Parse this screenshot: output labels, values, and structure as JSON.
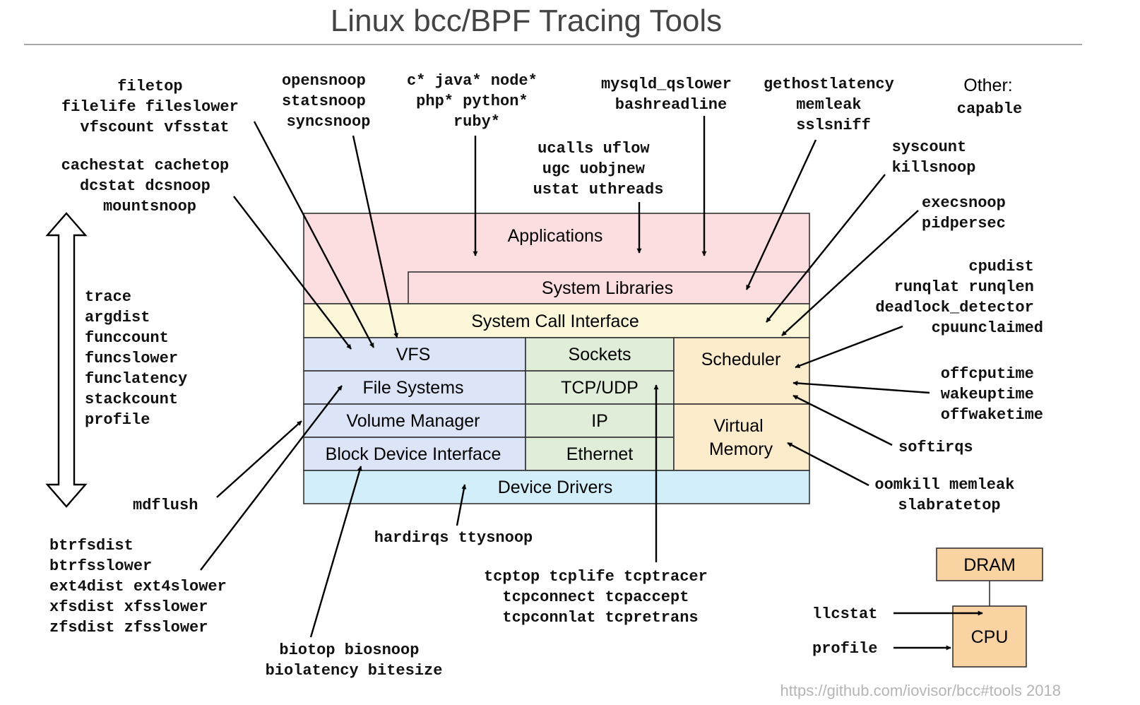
{
  "title": "Linux bcc/BPF Tracing Tools",
  "layers": {
    "applications": "Applications",
    "system_libraries": "System Libraries",
    "system_call_interface": "System Call Interface",
    "vfs": "VFS",
    "file_systems": "File Systems",
    "volume_manager": "Volume Manager",
    "block_device_interface": "Block Device Interface",
    "sockets": "Sockets",
    "tcp_udp": "TCP/UDP",
    "ip": "IP",
    "ethernet": "Ethernet",
    "scheduler": "Scheduler",
    "virtual_memory": [
      "Virtual",
      "Memory"
    ],
    "device_drivers": "Device Drivers",
    "dram": "DRAM",
    "cpu": "CPU"
  },
  "colors": {
    "applications": "#fcdde0",
    "system_call_interface": "#fbf7d8",
    "storage": "#dbe5f7",
    "network": "#e0edd8",
    "scheduler_vm": "#fdeccc",
    "device_drivers": "#d2eefa",
    "hardware": "#f9d3a2"
  },
  "tools": {
    "filetop": [
      "filetop",
      "filelife fileslower",
      "vfscount vfsstat"
    ],
    "cachestat": [
      "cachestat cachetop",
      "dcstat dcsnoop",
      "mountsnoop"
    ],
    "multi": [
      "trace",
      "argdist",
      "funccount",
      "funcslower",
      "funclatency",
      "stackcount",
      "profile"
    ],
    "mdflush": [
      "mdflush"
    ],
    "fsdist": [
      "btrfsdist",
      "btrfsslower",
      "ext4dist ext4slower",
      "xfsdist xfsslower",
      "zfsdist zfsslower"
    ],
    "opensnoop": [
      "opensnoop",
      "statsnoop",
      "syncsnoop"
    ],
    "languages": [
      "c* java* node*",
      "php* python*",
      "ruby*"
    ],
    "ucalls": [
      "ucalls uflow",
      "ugc uobjnew",
      "ustat uthreads"
    ],
    "mysqld": [
      "mysqld_qslower",
      "bashreadline"
    ],
    "gethostlatency": [
      "gethostlatency",
      "memleak",
      "sslsniff"
    ],
    "other": [
      "Other:",
      "capable"
    ],
    "syscount": [
      "syscount",
      "killsnoop"
    ],
    "execsnoop": [
      "execsnoop",
      "pidpersec"
    ],
    "cpudist": [
      "cpudist",
      "runqlat runqlen",
      "deadlock_detector",
      "cpuunclaimed"
    ],
    "offcpu": [
      "offcputime",
      "wakeuptime",
      "offwaketime"
    ],
    "softirqs": [
      "softirqs"
    ],
    "oomkill": [
      "oomkill memleak",
      "slabratetop"
    ],
    "hardirqs": [
      "hardirqs ttysnoop"
    ],
    "tcp": [
      "tcptop tcplife tcptracer",
      "tcpconnect tcpaccept",
      "tcpconnlat tcpretrans"
    ],
    "bio": [
      "biotop biosnoop",
      "biolatency bitesize"
    ],
    "llcstat": [
      "llcstat"
    ],
    "profile": [
      "profile"
    ]
  },
  "footer": "https://github.com/iovisor/bcc#tools 2018"
}
